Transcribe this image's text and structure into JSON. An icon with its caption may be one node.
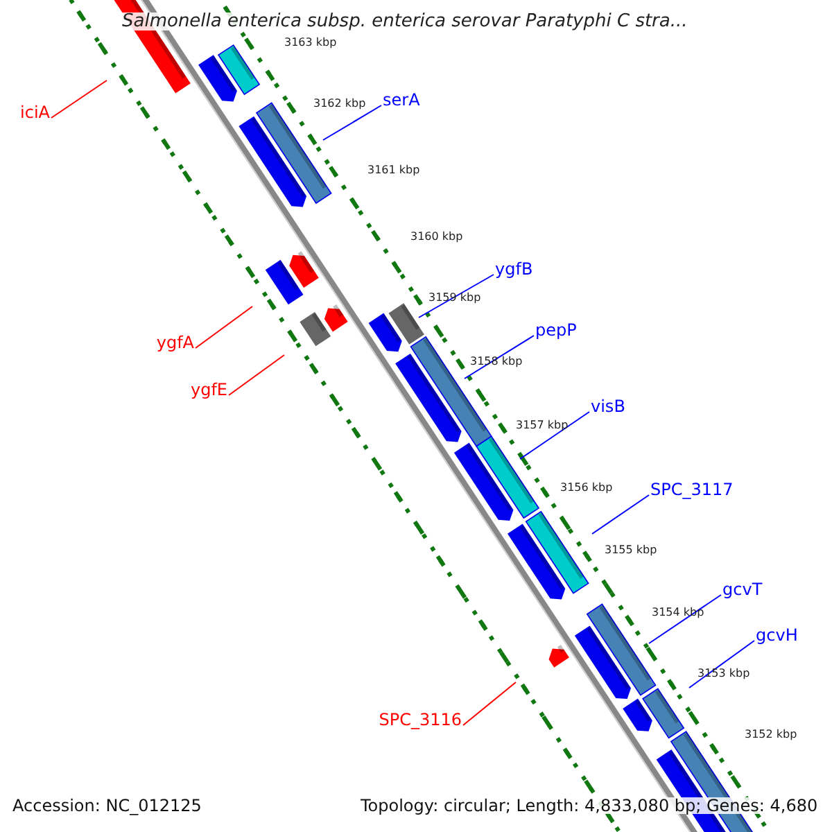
{
  "diagram": {
    "title": "Salmonella enterica subsp. enterica serovar Paratyphi C stra...",
    "nodes": [
      {
        "text": [
          "serA"
        ]
      },
      {
        "text": [
          "iciA"
        ]
      },
      {
        "text": [
          "ygfB"
        ]
      },
      {
        "text": [
          "pepP"
        ]
      },
      {
        "text": [
          "ygfA"
        ]
      },
      {
        "text": [
          "ygfE"
        ]
      },
      {
        "text": [
          "visB"
        ]
      },
      {
        "text": [
          "SPC_3117"
        ]
      },
      {
        "text": [
          "gcvT"
        ]
      },
      {
        "text": [
          "gcvH"
        ]
      },
      {
        "text": [
          "SPC_3116"
        ]
      }
    ],
    "edges": [
      {
        "from": 0,
        "to": null,
        "arrow": "none"
      },
      {
        "from": 1,
        "to": null,
        "arrow": "none",
        "color": "#ff0000"
      },
      {
        "from": 2,
        "to": null,
        "arrow": "none"
      },
      {
        "from": 3,
        "to": null,
        "arrow": "none"
      },
      {
        "from": 4,
        "to": null,
        "arrow": "none",
        "color": "#ff0000"
      },
      {
        "from": 5,
        "to": null,
        "arrow": "none",
        "color": "#ff0000"
      },
      {
        "from": 6,
        "to": null,
        "arrow": "none"
      },
      {
        "from": 7,
        "to": null,
        "arrow": "none"
      },
      {
        "from": 8,
        "to": null,
        "arrow": "none"
      },
      {
        "from": 9,
        "to": null,
        "arrow": "none"
      },
      {
        "from": 10,
        "to": null,
        "arrow": "none",
        "color": "#ff0000"
      }
    ],
    "labels": [
      "3163 kbp",
      "3162 kbp",
      "3161 kbp",
      "3160 kbp",
      "3159 kbp",
      "3158 kbp",
      "3157 kbp",
      "3156 kbp",
      "3155 kbp",
      "3154 kbp",
      "3153 kbp",
      "3152 kbp",
      "Accession: NC_012125",
      "Topology: circular; Length: 4,833,080 bp; Genes: 4,680"
    ]
  }
}
